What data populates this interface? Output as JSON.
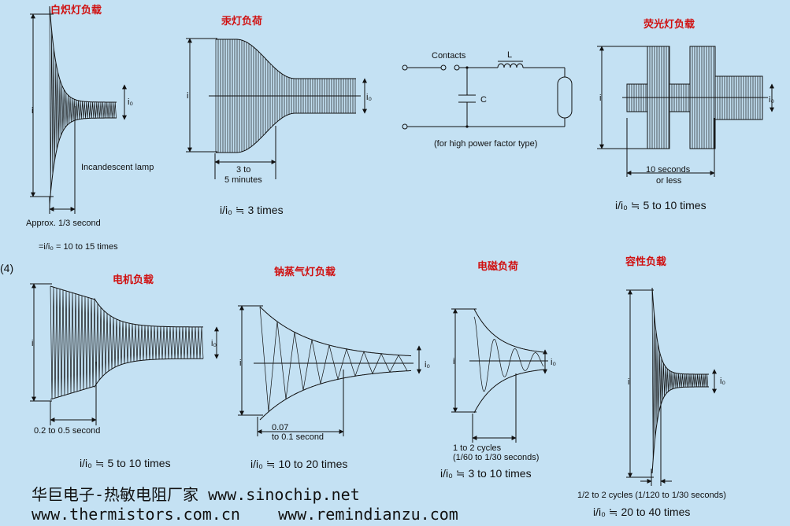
{
  "section_number": "(4)",
  "panels": {
    "incandescent": {
      "title": "白炽灯负载",
      "axis_i": "i",
      "axis_io": "i₀",
      "label": "Incandescent lamp",
      "duration": "Approx. 1/3 second",
      "ratio": "=i/i₀ = 10 to 15 times"
    },
    "mercury": {
      "title": "汞灯负荷",
      "axis_i": "i",
      "axis_io": "i₀",
      "duration_1": "3 to",
      "duration_2": "5 minutes",
      "ratio": "i/i₀ ≒ 3 times"
    },
    "circuit": {
      "contacts": "Contacts",
      "inductor": "L",
      "capacitor": "C",
      "note": "(for high power factor type)"
    },
    "fluorescent": {
      "title": "荧光灯负载",
      "axis_i": "i",
      "axis_io": "i₀",
      "duration_1": "10 seconds",
      "duration_2": "or less",
      "ratio": "i/i₀ ≒ 5 to 10 times"
    },
    "motor": {
      "title": "电机负载",
      "axis_i": "i",
      "axis_io": "i₀",
      "duration": "0.2 to 0.5 second",
      "ratio": "i/i₀ ≒ 5 to 10 times"
    },
    "sodium": {
      "title": "钠蒸气灯负载",
      "axis_i": "i",
      "axis_io": "i₀",
      "duration_1": "0.07",
      "duration_2": "to 0.1 second",
      "ratio": "i/i₀ ≒ 10 to 20 times"
    },
    "solenoid": {
      "title": "电磁负荷",
      "axis_i": "i",
      "axis_io": "i₀",
      "duration_1": "1 to 2 cycles",
      "duration_2": "(1/60 to 1/30 seconds)",
      "ratio": "i/i₀ ≒ 3 to 10 times"
    },
    "capacitive": {
      "title": "容性负载",
      "axis_i": "i",
      "axis_io": "i₀",
      "duration": "1/2 to 2 cycles (1/120 to 1/30 seconds)",
      "ratio": "i/i₀ ≒ 20 to 40 times"
    }
  },
  "footer": {
    "line1": "华巨电子-热敏电阻厂家 www.sinochip.net",
    "line2": "www.thermistors.com.cn    www.remindianzu.com"
  },
  "colors": {
    "background": "#c4e1f3",
    "title": "#d01010",
    "ink": "#111111"
  }
}
